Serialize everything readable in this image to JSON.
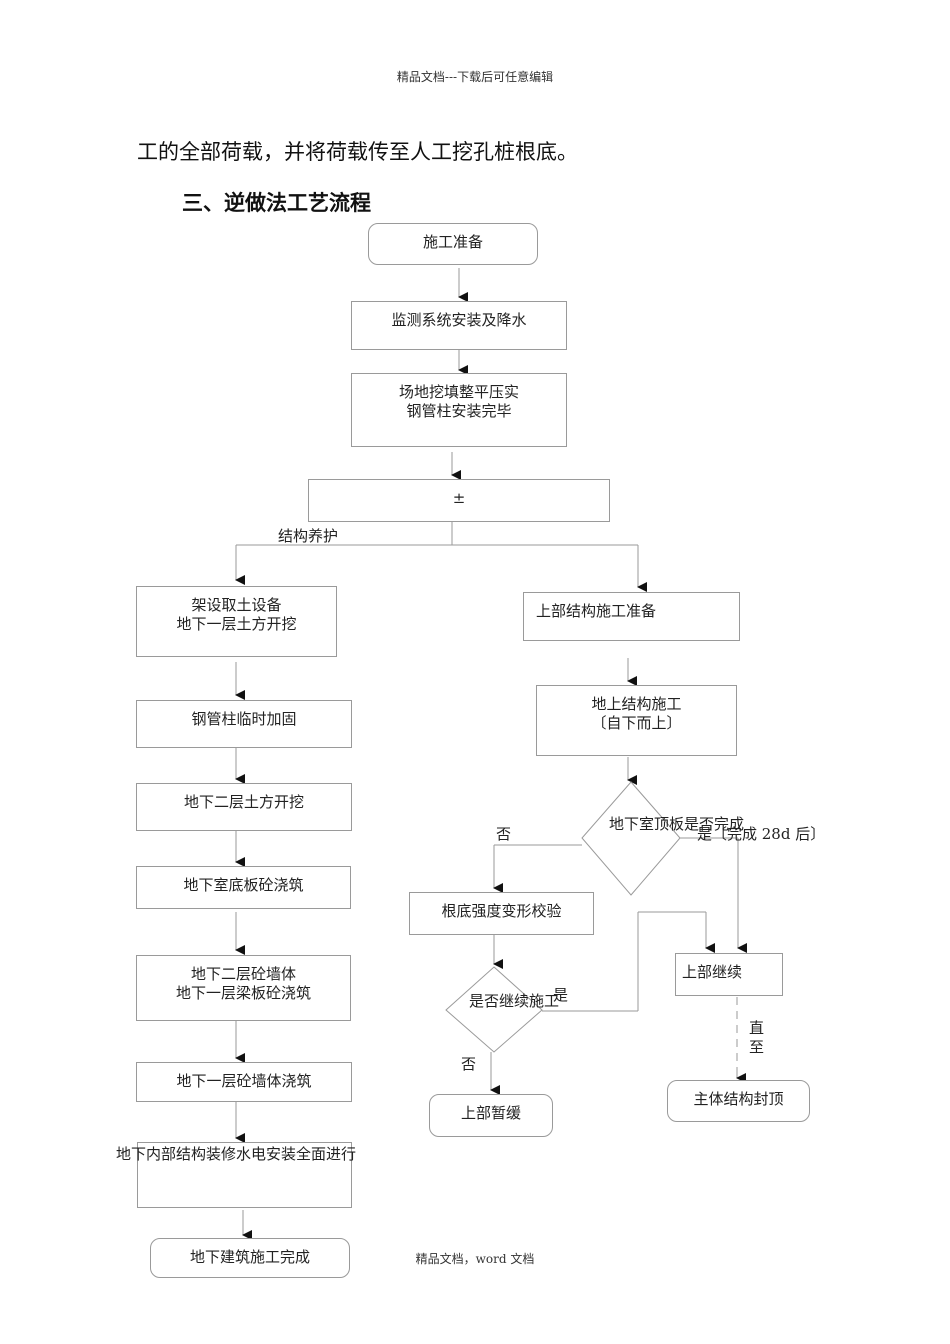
{
  "header": "精品文档---下载后可任意编辑",
  "paragraph": "工的全部荷载，并将荷载传至人工挖孔桩根底。",
  "section_heading": "三、逆做法工艺流程",
  "flow": {
    "start": "施工准备",
    "monitoring": "监测系统安装及降水",
    "site_line1": "场地挖填整平压实",
    "site_line2": "钢管柱安装完毕",
    "pm_box": "±",
    "curing_label": "结构养护",
    "left": {
      "excavation_line1": "架设取土设备",
      "excavation_line2": "地下一层土方开挖",
      "reinforce": "钢管柱临时加固",
      "b2_excavation": "地下二层土方开挖",
      "floor_slab": "地下室底板砼浇筑",
      "walls_line1": "地下二层砼墙体",
      "walls_line2": "地下一层梁板砼浇筑",
      "b1_walls": "地下一层砼墙体浇筑",
      "interior": "地下内部结构装修水电安装全面进行",
      "complete": "地下建筑施工完成"
    },
    "right": {
      "upper_prep": "上部结构施工准备",
      "above_line1": "地上结构施工",
      "above_line2": "〔自下而上〕",
      "decision_roof": "地下室顶板是否完成",
      "yes_roof": "是〔完成 28d 后〕",
      "no_roof": "否",
      "foundation_check": "根底强度变形校验",
      "decision_continue": "是否继续施工",
      "yes_continue": "是",
      "no_continue": "否",
      "upper_pause": "上部暂缓",
      "upper_continue": "上部继续",
      "until_1": "直",
      "until_2": "至",
      "topping": "主体结构封顶"
    }
  },
  "footer": "精品文档，word 文档"
}
